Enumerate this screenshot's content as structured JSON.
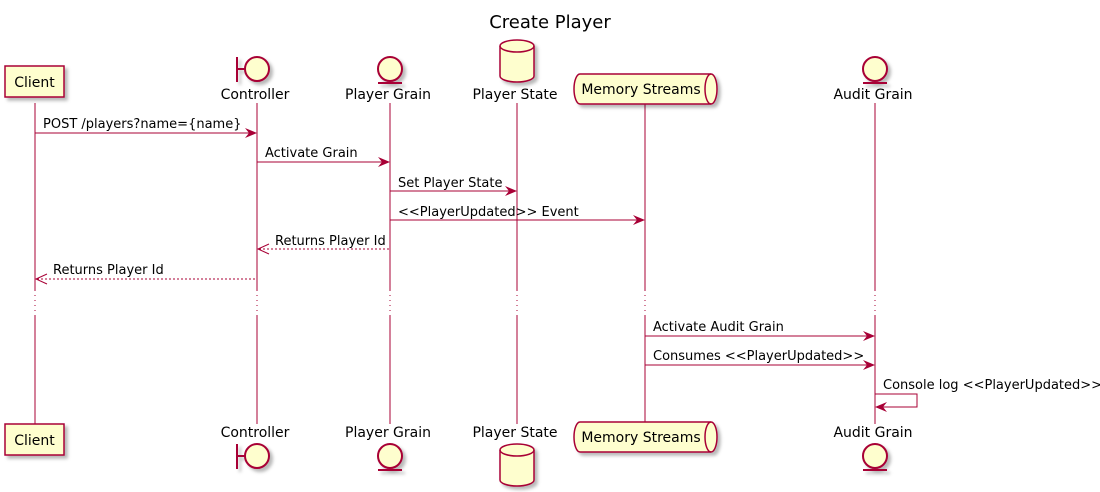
{
  "title": "Create Player",
  "colors": {
    "line": "#A80036",
    "fill": "#FEFECE",
    "shadow": "#C8C8C8",
    "text": "#000000"
  },
  "participants": {
    "client": {
      "label": "Client",
      "shape": "box"
    },
    "controller": {
      "label": "Controller",
      "shape": "boundary"
    },
    "player_grain": {
      "label": "Player Grain",
      "shape": "entity"
    },
    "player_state": {
      "label": "Player State",
      "shape": "database"
    },
    "memory_streams": {
      "label": "Memory Streams",
      "shape": "queue"
    },
    "audit_grain": {
      "label": "Audit Grain",
      "shape": "entity"
    }
  },
  "messages": [
    {
      "from": "client",
      "to": "controller",
      "text": "POST /players?name={name}",
      "style": "solid"
    },
    {
      "from": "controller",
      "to": "player_grain",
      "text": "Activate Grain",
      "style": "solid"
    },
    {
      "from": "player_grain",
      "to": "player_state",
      "text": "Set Player State",
      "style": "solid"
    },
    {
      "from": "player_grain",
      "to": "memory_streams",
      "text": "<<PlayerUpdated>> Event",
      "style": "solid"
    },
    {
      "from": "player_grain",
      "to": "controller",
      "text": "Returns Player Id",
      "style": "dashed"
    },
    {
      "from": "controller",
      "to": "client",
      "text": "Returns Player Id",
      "style": "dashed"
    },
    {
      "from": "memory_streams",
      "to": "audit_grain",
      "text": "Activate Audit Grain",
      "style": "solid"
    },
    {
      "from": "memory_streams",
      "to": "audit_grain",
      "text": "Consumes <<PlayerUpdated>>",
      "style": "solid"
    },
    {
      "from": "audit_grain",
      "to": "audit_grain",
      "text": "Console log <<PlayerUpdated>>",
      "style": "self"
    }
  ]
}
